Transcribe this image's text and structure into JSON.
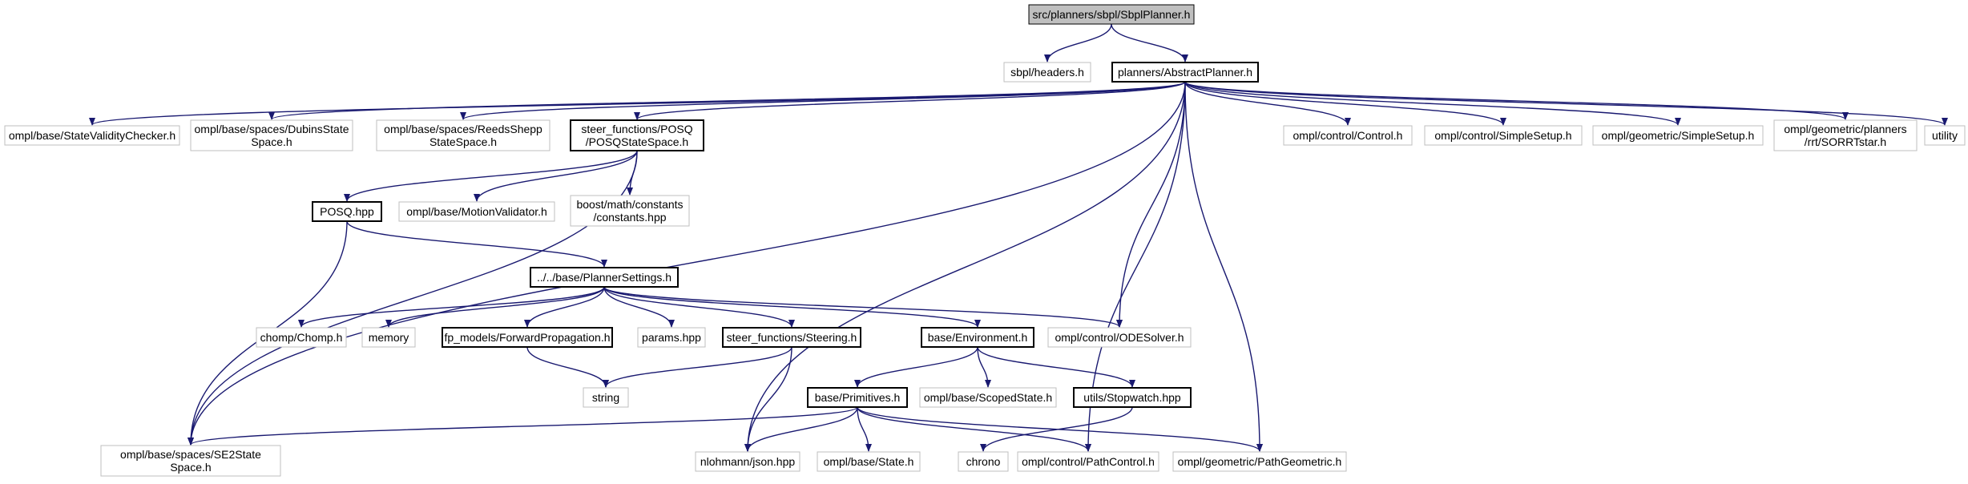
{
  "colors": {
    "edge": "#191970",
    "box_bold": "#000000",
    "box_light": "#bfbfbf",
    "box_root_fill": "#bfbfbf"
  },
  "nodes": {
    "root": {
      "lines": [
        "src/planners/sbpl/SbplPlanner.h"
      ],
      "style": "root"
    },
    "sbpl_headers": {
      "lines": [
        "sbpl/headers.h"
      ],
      "style": "light"
    },
    "abstract_planner": {
      "lines": [
        "planners/AbstractPlanner.h"
      ],
      "style": "bold"
    },
    "state_validity_checker": {
      "lines": [
        "ompl/base/StateValidityChecker.h"
      ],
      "style": "light"
    },
    "dubins": {
      "lines": [
        "ompl/base/spaces/DubinsState",
        "Space.h"
      ],
      "style": "light"
    },
    "reeds_shepp": {
      "lines": [
        "ompl/base/spaces/ReedsShepp",
        "StateSpace.h"
      ],
      "style": "light"
    },
    "posq_state_space": {
      "lines": [
        "steer_functions/POSQ",
        "/POSQStateSpace.h"
      ],
      "style": "bold"
    },
    "control": {
      "lines": [
        "ompl/control/Control.h"
      ],
      "style": "light"
    },
    "control_simple_setup": {
      "lines": [
        "ompl/control/SimpleSetup.h"
      ],
      "style": "light"
    },
    "geometric_simple_setup": {
      "lines": [
        "ompl/geometric/SimpleSetup.h"
      ],
      "style": "light"
    },
    "sorrtstar": {
      "lines": [
        "ompl/geometric/planners",
        "/rrt/SORRTstar.h"
      ],
      "style": "light"
    },
    "utility": {
      "lines": [
        "utility"
      ],
      "style": "light"
    },
    "posq_hpp": {
      "lines": [
        "POSQ.hpp"
      ],
      "style": "bold"
    },
    "motion_validator": {
      "lines": [
        "ompl/base/MotionValidator.h"
      ],
      "style": "light"
    },
    "boost_constants": {
      "lines": [
        "boost/math/constants",
        "/constants.hpp"
      ],
      "style": "light"
    },
    "planner_settings": {
      "lines": [
        "../../base/PlannerSettings.h"
      ],
      "style": "bold"
    },
    "chomp": {
      "lines": [
        "chomp/Chomp.h"
      ],
      "style": "light"
    },
    "memory": {
      "lines": [
        "memory"
      ],
      "style": "light"
    },
    "forward_propagation": {
      "lines": [
        "fp_models/ForwardPropagation.h"
      ],
      "style": "bold"
    },
    "params": {
      "lines": [
        "params.hpp"
      ],
      "style": "light"
    },
    "steering": {
      "lines": [
        "steer_functions/Steering.h"
      ],
      "style": "bold"
    },
    "environment": {
      "lines": [
        "base/Environment.h"
      ],
      "style": "bold"
    },
    "ode_solver": {
      "lines": [
        "ompl/control/ODESolver.h"
      ],
      "style": "light"
    },
    "string": {
      "lines": [
        "string"
      ],
      "style": "light"
    },
    "primitives": {
      "lines": [
        "base/Primitives.h"
      ],
      "style": "bold"
    },
    "scoped_state": {
      "lines": [
        "ompl/base/ScopedState.h"
      ],
      "style": "light"
    },
    "stopwatch": {
      "lines": [
        "utils/Stopwatch.hpp"
      ],
      "style": "bold"
    },
    "se2": {
      "lines": [
        "ompl/base/spaces/SE2State",
        "Space.h"
      ],
      "style": "light"
    },
    "json": {
      "lines": [
        "nlohmann/json.hpp"
      ],
      "style": "light"
    },
    "state": {
      "lines": [
        "ompl/base/State.h"
      ],
      "style": "light"
    },
    "chrono": {
      "lines": [
        "chrono"
      ],
      "style": "light"
    },
    "path_control": {
      "lines": [
        "ompl/control/PathControl.h"
      ],
      "style": "light"
    },
    "path_geometric": {
      "lines": [
        "ompl/geometric/PathGeometric.h"
      ],
      "style": "light"
    }
  },
  "edges": [
    [
      "root",
      "sbpl_headers"
    ],
    [
      "root",
      "abstract_planner"
    ],
    [
      "abstract_planner",
      "state_validity_checker"
    ],
    [
      "abstract_planner",
      "dubins"
    ],
    [
      "abstract_planner",
      "reeds_shepp"
    ],
    [
      "abstract_planner",
      "posq_state_space"
    ],
    [
      "abstract_planner",
      "se2"
    ],
    [
      "abstract_planner",
      "json"
    ],
    [
      "abstract_planner",
      "ode_solver"
    ],
    [
      "abstract_planner",
      "path_control"
    ],
    [
      "abstract_planner",
      "path_geometric"
    ],
    [
      "abstract_planner",
      "control"
    ],
    [
      "abstract_planner",
      "control_simple_setup"
    ],
    [
      "abstract_planner",
      "geometric_simple_setup"
    ],
    [
      "abstract_planner",
      "sorrtstar"
    ],
    [
      "abstract_planner",
      "utility"
    ],
    [
      "posq_state_space",
      "se2"
    ],
    [
      "posq_state_space",
      "posq_hpp"
    ],
    [
      "posq_state_space",
      "motion_validator"
    ],
    [
      "posq_state_space",
      "boost_constants"
    ],
    [
      "posq_hpp",
      "se2"
    ],
    [
      "posq_hpp",
      "planner_settings"
    ],
    [
      "planner_settings",
      "chomp"
    ],
    [
      "planner_settings",
      "memory"
    ],
    [
      "planner_settings",
      "forward_propagation"
    ],
    [
      "planner_settings",
      "params"
    ],
    [
      "planner_settings",
      "steering"
    ],
    [
      "planner_settings",
      "environment"
    ],
    [
      "planner_settings",
      "ode_solver"
    ],
    [
      "forward_propagation",
      "string"
    ],
    [
      "steering",
      "string"
    ],
    [
      "steering",
      "json"
    ],
    [
      "environment",
      "primitives"
    ],
    [
      "environment",
      "scoped_state"
    ],
    [
      "environment",
      "stopwatch"
    ],
    [
      "primitives",
      "se2"
    ],
    [
      "primitives",
      "json"
    ],
    [
      "primitives",
      "state"
    ],
    [
      "primitives",
      "path_control"
    ],
    [
      "primitives",
      "path_geometric"
    ],
    [
      "stopwatch",
      "chrono"
    ]
  ]
}
